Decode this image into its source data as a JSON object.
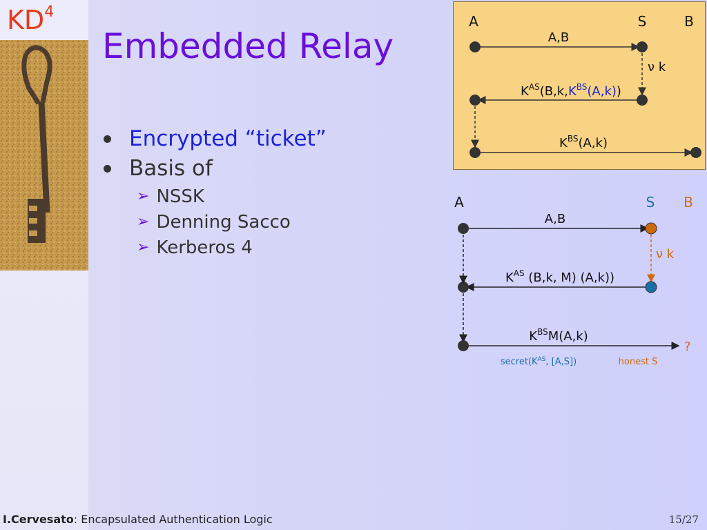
{
  "badge": {
    "text": "KD",
    "sup": "4"
  },
  "title": "Embedded Relay",
  "bullets": [
    {
      "text": "Encrypted “ticket”"
    },
    {
      "text": "Basis of",
      "subs": [
        "NSSK",
        "Denning Sacco",
        "Kerberos 4"
      ]
    }
  ],
  "top_diagram": {
    "agents": [
      "A",
      "S",
      "B"
    ],
    "msg1": "A,B",
    "nu": "ν k",
    "msg2": {
      "k": "K",
      "as": "AS",
      "open": "(B,k,",
      "k2": "K",
      "bs": "BS",
      "inner": "(A,k)",
      "close": ")"
    },
    "msg3": {
      "k": "K",
      "bs": "BS",
      "rest": "(A,k)"
    }
  },
  "bottom_diagram": {
    "agents": [
      "A",
      "S",
      "B"
    ],
    "msg1": "A,B",
    "nu": "ν k",
    "msg2": {
      "k": "K",
      "as": "AS",
      "rest": " (B,k, M) (A,k))"
    },
    "msg3": {
      "k": "K",
      "bs": "BS",
      "rest": "M(A,k)"
    },
    "question": "?",
    "secret": {
      "pre": "secret(K",
      "sup": "AS",
      "post": ", [A,S])"
    },
    "honest": "honest S",
    "colors": {
      "A": "#222222",
      "S": "#1a6fa8",
      "B": "#d06a10",
      "arrow": "#222222"
    }
  },
  "footer": {
    "author": "I.Cervesato",
    "rest": ": Encapsulated Authentication Logic"
  },
  "page": "15/27"
}
